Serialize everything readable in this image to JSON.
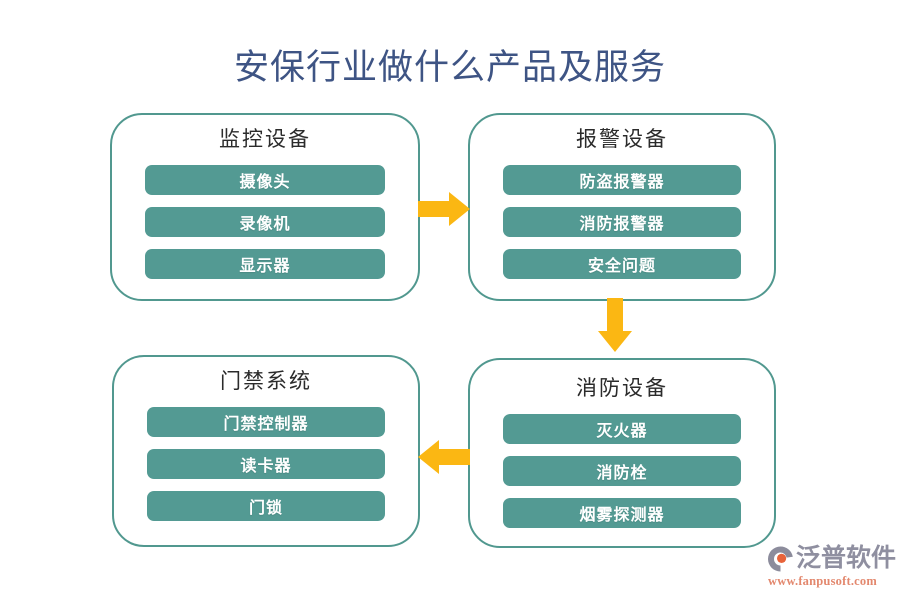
{
  "page": {
    "title": "安保行业做什么产品及服务",
    "background": "#ffffff"
  },
  "colors": {
    "title_text": "#3e5484",
    "box_border": "#51988f",
    "pill_fill": "#539a93",
    "pill_text": "#ffffff",
    "arrow": "#fbb713",
    "group_header_text": "#2b2b2b",
    "logo_word": "#8f8fa0",
    "logo_url": "#e3886e",
    "logo_mark_gray": "#8c8c9c",
    "logo_mark_accent": "#e8633a"
  },
  "groups": [
    {
      "id": "monitoring",
      "header": "监控设备",
      "items": [
        "摄像头",
        "录像机",
        "显示器"
      ]
    },
    {
      "id": "alarm",
      "header": "报警设备",
      "items": [
        "防盗报警器",
        "消防报警器",
        "安全问题"
      ]
    },
    {
      "id": "access",
      "header": "门禁系统",
      "items": [
        "门禁控制器",
        "读卡器",
        "门锁"
      ]
    },
    {
      "id": "fire",
      "header": "消防设备",
      "items": [
        "灭火器",
        "消防栓",
        "烟雾探测器"
      ]
    }
  ],
  "arrows": [
    {
      "id": "right",
      "icon": "arrow-right-icon",
      "from": "监控设备",
      "to": "报警设备"
    },
    {
      "id": "down",
      "icon": "arrow-down-icon",
      "from": "报警设备",
      "to": "消防设备"
    },
    {
      "id": "left",
      "icon": "arrow-left-icon",
      "from": "消防设备",
      "to": "门禁系统"
    }
  ],
  "logo": {
    "icon": "fanpu-logo-icon",
    "word": "泛普软件",
    "url": "www.fanpusoft.com"
  }
}
